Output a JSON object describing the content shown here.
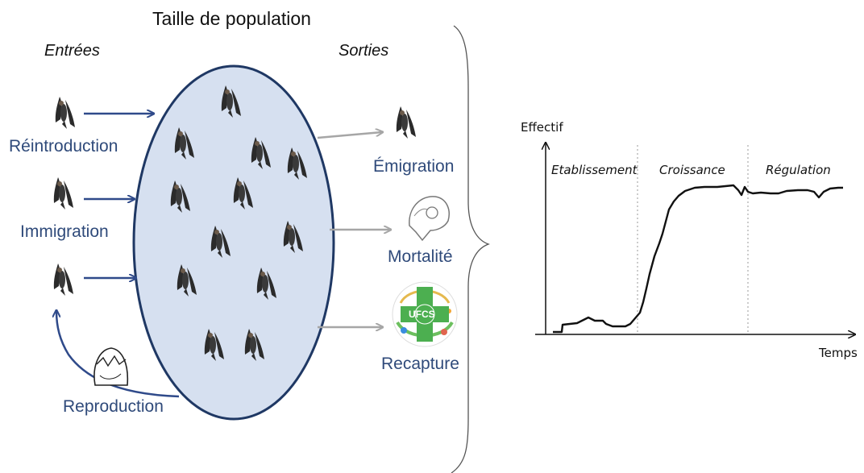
{
  "diagram": {
    "title": "Taille de population",
    "inputs_header": "Entrées",
    "outputs_header": "Sorties",
    "inputs": [
      "Réintroduction",
      "Immigration",
      "Reproduction"
    ],
    "outputs": [
      "Émigration",
      "Mortalité",
      "Recapture"
    ],
    "recapture_logo_text": "UFCS",
    "colors": {
      "ellipse_fill": "#d6e0f0",
      "ellipse_stroke": "#1f3864",
      "input_arrow": "#2f4a8a",
      "output_arrow": "#a6a6a6",
      "label": "#2f4a7a"
    }
  },
  "chart": {
    "y_label": "Effectif",
    "x_label": "Temps",
    "phases": [
      "Etablissement",
      "Croissance",
      "Régulation"
    ]
  }
}
